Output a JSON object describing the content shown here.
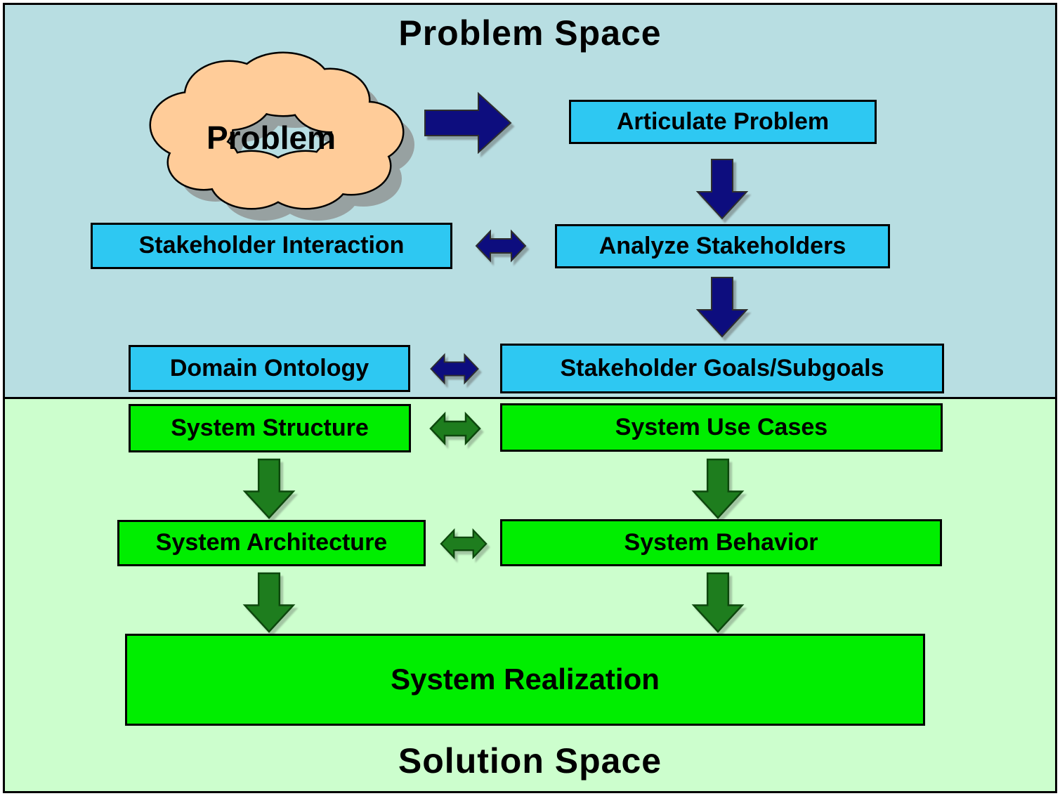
{
  "diagram": {
    "problem_space": {
      "title": "Problem Space",
      "cloud_label": "Problem",
      "boxes": {
        "articulate_problem": "Articulate Problem",
        "stakeholder_interaction": "Stakeholder Interaction",
        "analyze_stakeholders": "Analyze Stakeholders",
        "domain_ontology": "Domain Ontology",
        "stakeholder_goals": "Stakeholder Goals/Subgoals"
      }
    },
    "solution_space": {
      "title": "Solution Space",
      "boxes": {
        "system_structure": "System Structure",
        "system_use_cases": "System Use Cases",
        "system_architecture": "System Architecture",
        "system_behavior": "System Behavior",
        "system_realization": "System Realization"
      }
    },
    "colors": {
      "problem_bg": "#B8DEE2",
      "solution_bg": "#CCFECD",
      "problem_box": "#2EC8F2",
      "solution_box": "#00EE00",
      "problem_arrow": "#0D0D7E",
      "solution_arrow": "#1E7D1E",
      "cloud_fill": "#FFCC99"
    }
  }
}
